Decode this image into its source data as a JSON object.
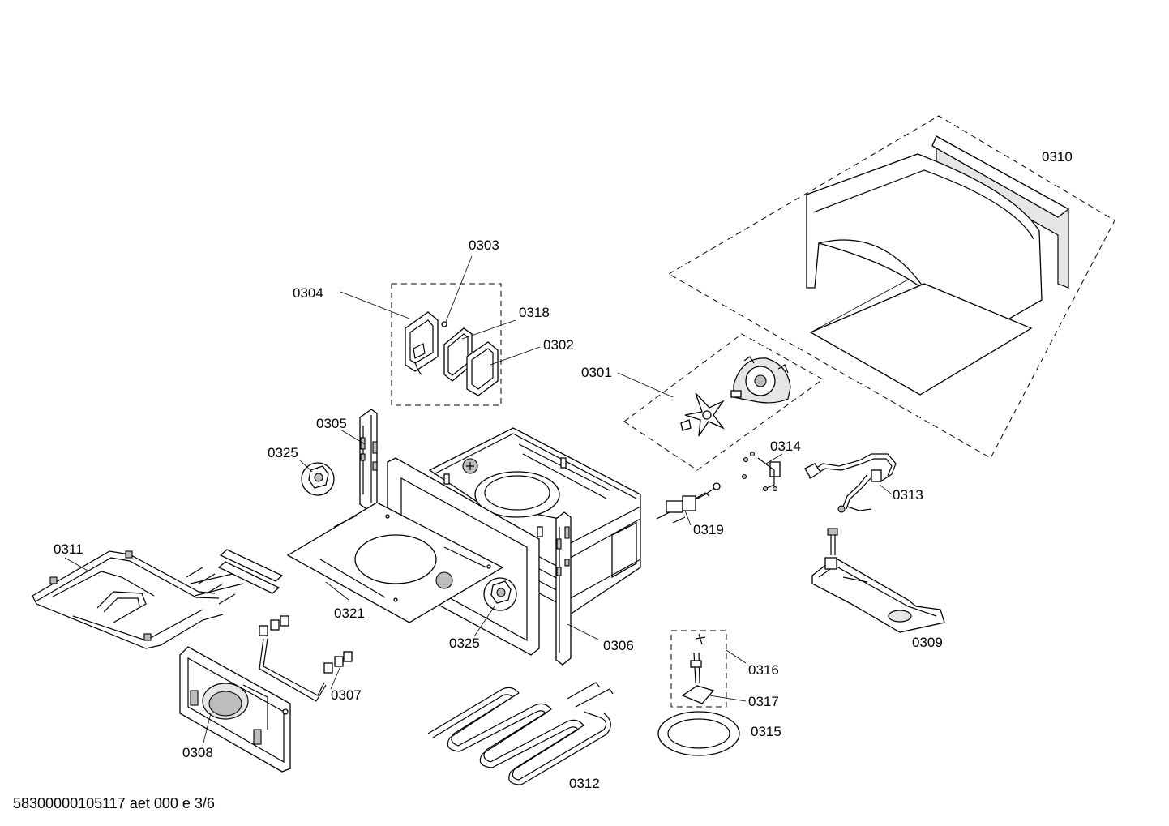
{
  "footer": {
    "code": "58300000105117 aet 000 e 3/6"
  },
  "parts": {
    "p0301": "0301",
    "p0302": "0302",
    "p0303": "0303",
    "p0304": "0304",
    "p0305": "0305",
    "p0306": "0306",
    "p0307": "0307",
    "p0308": "0308",
    "p0309": "0309",
    "p0310": "0310",
    "p0311": "0311",
    "p0312": "0312",
    "p0313": "0313",
    "p0314": "0314",
    "p0315": "0315",
    "p0316": "0316",
    "p0317": "0317",
    "p0318": "0318",
    "p0319": "0319",
    "p0321": "0321",
    "p0325": "0325"
  }
}
